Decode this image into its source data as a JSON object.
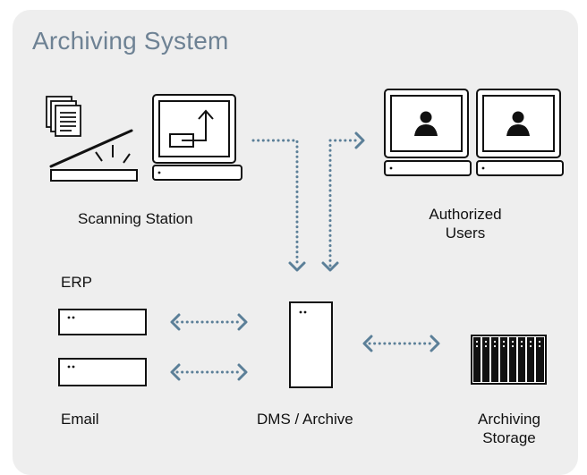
{
  "title": "Archiving System",
  "labels": {
    "scanning_station": "Scanning Station",
    "authorized_users_line1": "Authorized",
    "authorized_users_line2": "Users",
    "erp": "ERP",
    "email": "Email",
    "dms_archive": "DMS / Archive",
    "archiving_storage_line1": "Archiving",
    "archiving_storage_line2": "Storage"
  },
  "colors": {
    "background_card": "#eeeeee",
    "title": "#6e8294",
    "line": "#111111",
    "arrow": "#5b7f98",
    "screen_fill": "#ffffff"
  },
  "icons": [
    "document-stack-icon",
    "scanner-icon",
    "upload-monitor-icon",
    "user-monitor-icon",
    "server-box-icon",
    "dms-server-icon",
    "storage-rack-icon"
  ]
}
